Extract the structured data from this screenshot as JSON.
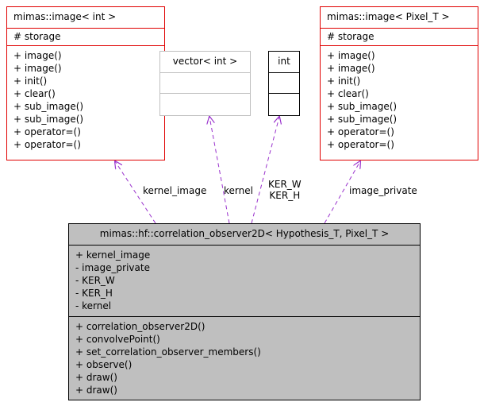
{
  "diagram": {
    "classes": {
      "image_int": {
        "name": "mimas::image< int >",
        "attributes": [
          "# storage"
        ],
        "methods": [
          "+ image()",
          "+ image()",
          "+ init()",
          "+ clear()",
          "+ sub_image()",
          "+ sub_image()",
          "+ operator=()",
          "+ operator=()"
        ]
      },
      "vector_int": {
        "name": "vector< int >",
        "attributes": [],
        "methods": []
      },
      "int": {
        "name": "int",
        "attributes": [],
        "methods": []
      },
      "image_pixel": {
        "name": "mimas::image< Pixel_T >",
        "attributes": [
          "# storage"
        ],
        "methods": [
          "+ image()",
          "+ image()",
          "+ init()",
          "+ clear()",
          "+ sub_image()",
          "+ sub_image()",
          "+ operator=()",
          "+ operator=()"
        ]
      },
      "correlation_observer": {
        "name": "mimas::hf::correlation_observer2D< Hypothesis_T, Pixel_T >",
        "attributes": [
          "+ kernel_image",
          "- image_private",
          "- KER_W",
          "- KER_H",
          "- kernel"
        ],
        "methods": [
          "+ correlation_observer2D()",
          "+ convolvePoint()",
          "+ set_correlation_observer_members()",
          "+ observe()",
          "+ draw()",
          "+ draw()"
        ]
      }
    },
    "relations": [
      {
        "from": "correlation_observer",
        "to": "image_int",
        "label": "kernel_image",
        "style": "dashed"
      },
      {
        "from": "correlation_observer",
        "to": "vector_int",
        "label": "kernel",
        "style": "dashed"
      },
      {
        "from": "correlation_observer",
        "to": "int",
        "label": "KER_W\nKER_H",
        "style": "dashed"
      },
      {
        "from": "correlation_observer",
        "to": "image_pixel",
        "label": "image_private",
        "style": "dashed"
      }
    ],
    "colors": {
      "template_border": "#e00000",
      "external_border": "#bfbfbf",
      "arrow": "#9a32cd",
      "main_fill": "#bfbfbf"
    }
  }
}
